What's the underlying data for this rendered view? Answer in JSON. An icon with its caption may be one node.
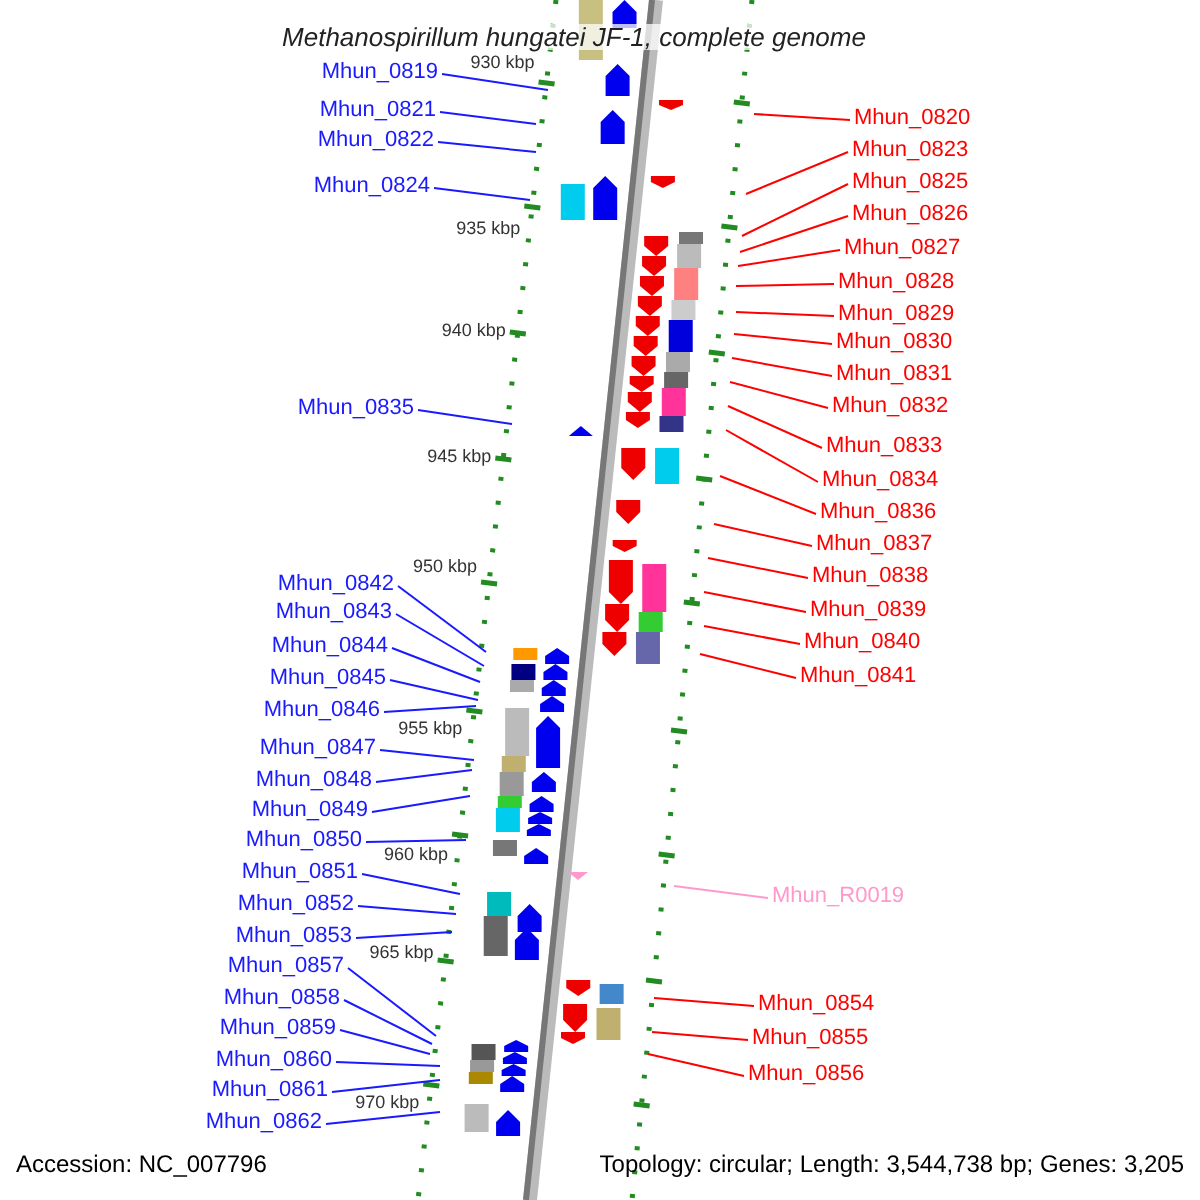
{
  "diagram": {
    "title": "Methanospirillum hungatei JF-1, complete genome",
    "nodes": [
      {
        "text": [
          "Mhun_0819"
        ]
      },
      {
        "text": [
          "Mhun_0821"
        ]
      },
      {
        "text": [
          "Mhun_0822"
        ]
      },
      {
        "text": [
          "Mhun_0824"
        ]
      },
      {
        "text": [
          "Mhun_0835"
        ]
      },
      {
        "text": [
          "Mhun_0842"
        ]
      },
      {
        "text": [
          "Mhun_0843"
        ]
      },
      {
        "text": [
          "Mhun_0844"
        ]
      },
      {
        "text": [
          "Mhun_0845"
        ]
      },
      {
        "text": [
          "Mhun_0846"
        ]
      },
      {
        "text": [
          "Mhun_0847"
        ]
      },
      {
        "text": [
          "Mhun_0848"
        ]
      },
      {
        "text": [
          "Mhun_0849"
        ]
      },
      {
        "text": [
          "Mhun_0850"
        ]
      },
      {
        "text": [
          "Mhun_0851"
        ]
      },
      {
        "text": [
          "Mhun_0852"
        ]
      },
      {
        "text": [
          "Mhun_0853"
        ]
      },
      {
        "text": [
          "Mhun_0857"
        ]
      },
      {
        "text": [
          "Mhun_0858"
        ]
      },
      {
        "text": [
          "Mhun_0859"
        ]
      },
      {
        "text": [
          "Mhun_0860"
        ]
      },
      {
        "text": [
          "Mhun_0861"
        ]
      },
      {
        "text": [
          "Mhun_0862"
        ]
      },
      {
        "text": [
          "Mhun_0820"
        ]
      },
      {
        "text": [
          "Mhun_0823"
        ]
      },
      {
        "text": [
          "Mhun_0825"
        ]
      },
      {
        "text": [
          "Mhun_0826"
        ]
      },
      {
        "text": [
          "Mhun_0827"
        ]
      },
      {
        "text": [
          "Mhun_0828"
        ]
      },
      {
        "text": [
          "Mhun_0829"
        ]
      },
      {
        "text": [
          "Mhun_0830"
        ]
      },
      {
        "text": [
          "Mhun_0831"
        ]
      },
      {
        "text": [
          "Mhun_0832"
        ]
      },
      {
        "text": [
          "Mhun_0833"
        ]
      },
      {
        "text": [
          "Mhun_0834"
        ]
      },
      {
        "text": [
          "Mhun_0836"
        ]
      },
      {
        "text": [
          "Mhun_0837"
        ]
      },
      {
        "text": [
          "Mhun_0838"
        ]
      },
      {
        "text": [
          "Mhun_0839"
        ]
      },
      {
        "text": [
          "Mhun_0840"
        ]
      },
      {
        "text": [
          "Mhun_0841"
        ]
      },
      {
        "text": [
          "Mhun_R0019"
        ]
      },
      {
        "text": [
          "Mhun_0854"
        ]
      },
      {
        "text": [
          "Mhun_0855"
        ]
      },
      {
        "text": [
          "Mhun_0856"
        ]
      }
    ],
    "edges": [
      {
        "from": 0,
        "to": null,
        "arrow": "none"
      },
      {
        "from": 1,
        "to": null,
        "arrow": "none"
      },
      {
        "from": 2,
        "to": null,
        "arrow": "none"
      },
      {
        "from": 3,
        "to": null,
        "arrow": "none"
      },
      {
        "from": 4,
        "to": null,
        "arrow": "none"
      },
      {
        "from": 5,
        "to": null,
        "arrow": "none"
      },
      {
        "from": 6,
        "to": null,
        "arrow": "none"
      },
      {
        "from": 7,
        "to": null,
        "arrow": "none"
      },
      {
        "from": 8,
        "to": null,
        "arrow": "none"
      },
      {
        "from": 9,
        "to": null,
        "arrow": "none"
      },
      {
        "from": 10,
        "to": null,
        "arrow": "none"
      },
      {
        "from": 11,
        "to": null,
        "arrow": "none"
      },
      {
        "from": 12,
        "to": null,
        "arrow": "none"
      },
      {
        "from": 13,
        "to": null,
        "arrow": "none"
      },
      {
        "from": 14,
        "to": null,
        "arrow": "none"
      },
      {
        "from": 15,
        "to": null,
        "arrow": "none"
      },
      {
        "from": 16,
        "to": null,
        "arrow": "none"
      },
      {
        "from": 17,
        "to": null,
        "arrow": "none"
      },
      {
        "from": 18,
        "to": null,
        "arrow": "none"
      },
      {
        "from": 19,
        "to": null,
        "arrow": "none"
      },
      {
        "from": 20,
        "to": null,
        "arrow": "none"
      },
      {
        "from": 21,
        "to": null,
        "arrow": "none"
      },
      {
        "from": 22,
        "to": null,
        "arrow": "none"
      },
      {
        "from": 23,
        "to": null,
        "arrow": "none",
        "color": "#ff0000"
      },
      {
        "from": 24,
        "to": null,
        "arrow": "none",
        "color": "#ff0000"
      },
      {
        "from": 25,
        "to": null,
        "arrow": "none",
        "color": "#ff0000"
      },
      {
        "from": 26,
        "to": null,
        "arrow": "none",
        "color": "#ff0000"
      },
      {
        "from": 27,
        "to": null,
        "arrow": "none",
        "color": "#ff0000"
      },
      {
        "from": 28,
        "to": null,
        "arrow": "none",
        "color": "#ff0000"
      },
      {
        "from": 29,
        "to": null,
        "arrow": "none",
        "color": "#ff0000"
      },
      {
        "from": 30,
        "to": null,
        "arrow": "none",
        "color": "#ff0000"
      },
      {
        "from": 31,
        "to": null,
        "arrow": "none",
        "color": "#ff0000"
      },
      {
        "from": 32,
        "to": null,
        "arrow": "none",
        "color": "#ff0000"
      },
      {
        "from": 33,
        "to": null,
        "arrow": "none",
        "color": "#ff0000"
      },
      {
        "from": 34,
        "to": null,
        "arrow": "none",
        "color": "#ff0000"
      },
      {
        "from": 35,
        "to": null,
        "arrow": "none",
        "color": "#ff0000"
      },
      {
        "from": 36,
        "to": null,
        "arrow": "none",
        "color": "#ff0000"
      },
      {
        "from": 37,
        "to": null,
        "arrow": "none",
        "color": "#ff0000"
      },
      {
        "from": 38,
        "to": null,
        "arrow": "none",
        "color": "#ff0000"
      },
      {
        "from": 39,
        "to": null,
        "arrow": "none",
        "color": "#ff0000"
      },
      {
        "from": 40,
        "to": null,
        "arrow": "none",
        "color": "#ff0000"
      },
      {
        "from": 41,
        "to": null,
        "arrow": "none",
        "color": "#ff99cc"
      },
      {
        "from": 42,
        "to": null,
        "arrow": "none",
        "color": "#ff0000"
      },
      {
        "from": 43,
        "to": null,
        "arrow": "none",
        "color": "#ff0000"
      },
      {
        "from": 44,
        "to": null,
        "arrow": "none",
        "color": "#ff0000"
      }
    ],
    "labels": [
      "930 kbp",
      "935 kbp",
      "940 kbp",
      "945 kbp",
      "950 kbp",
      "955 kbp",
      "960 kbp",
      "965 kbp",
      "970 kbp",
      "Accession: NC_007796",
      "Topology: circular; Length: 3,544,738 bp; Genes: 3,205"
    ]
  }
}
